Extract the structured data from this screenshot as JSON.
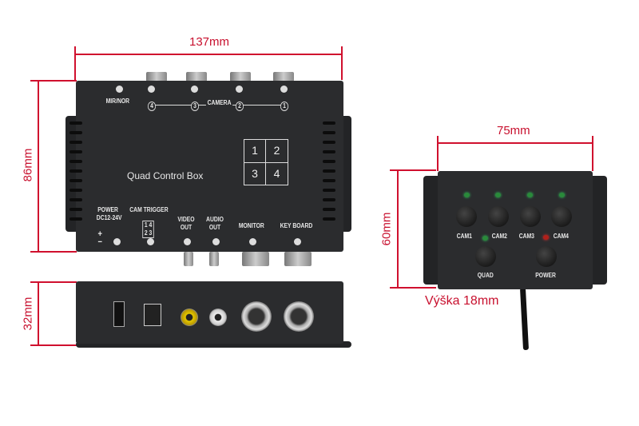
{
  "dimensions": {
    "width_main": "137mm",
    "height_main": "86mm",
    "depth_main": "32mm",
    "width_keypad": "75mm",
    "height_keypad": "60mm",
    "keypad_thickness": "Výška 18mm"
  },
  "control_box": {
    "title": "Quad Control Box",
    "top_labels": {
      "mir_nor": "MIR/NOR",
      "camera": "CAMERA",
      "cam_numbers": [
        "4",
        "3",
        "2",
        "1"
      ]
    },
    "quad_grid": [
      "1",
      "2",
      "3",
      "4"
    ],
    "bottom_labels": {
      "power": "POWER",
      "power_voltage": "DC12-24V",
      "cam_trigger": "CAM TRIGGER",
      "trigger_pins": "1 4\n2 3",
      "video_out": "VIDEO OUT",
      "audio_out": "AUDIO OUT",
      "monitor": "MONITOR",
      "keyboard": "KEY BOARD"
    },
    "power_symbol": "+\n−"
  },
  "keypad": {
    "buttons": [
      "CAM1",
      "CAM2",
      "CAM3",
      "CAM4"
    ],
    "quad": "QUAD",
    "power": "POWER",
    "colors": {
      "led_green": "#2a8a3a",
      "led_red": "#b0201a"
    }
  }
}
